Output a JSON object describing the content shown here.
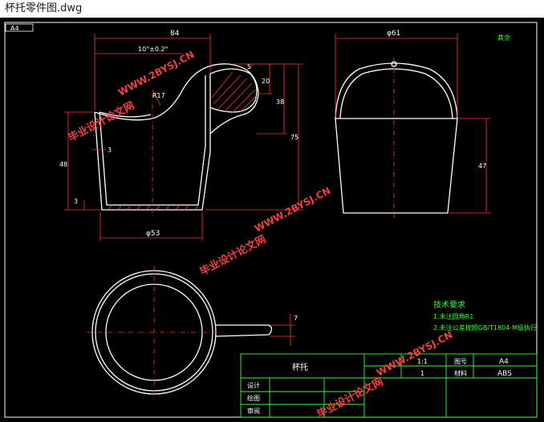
{
  "window": {
    "title": "杯托零件图.dwg"
  },
  "drawing": {
    "sheet_label": "A4",
    "corner_note": "其余",
    "dims": {
      "top_width": "84",
      "top_angle": "10°±0.2°",
      "fillet": "R17",
      "wall": "3",
      "height_48": "48",
      "bottom_3": "3",
      "bottom_dia": "φ53",
      "h20": "20",
      "h38": "38",
      "h75": "75",
      "handle_r": "5",
      "side_dia": "φ61",
      "side_h47": "47",
      "handle_w": "7"
    },
    "tech": {
      "heading": "技术要求",
      "line1": "1.未注圆角R1",
      "line2": "2.未注公差按照GB/T1804-M级执行"
    },
    "titleblock": {
      "part_name": "杯托",
      "scale_value": "1:1",
      "qty_value": "1",
      "drawing_no_label": "图号",
      "drawing_no_value": "A4",
      "material_label": "材料",
      "material_value": "ABS",
      "design_label": "设计",
      "drafting_label": "绘图",
      "review_label": "审阅"
    },
    "watermark": {
      "url": "WWW.2BYSJ.CN",
      "cn": "毕业设计论文网"
    }
  }
}
